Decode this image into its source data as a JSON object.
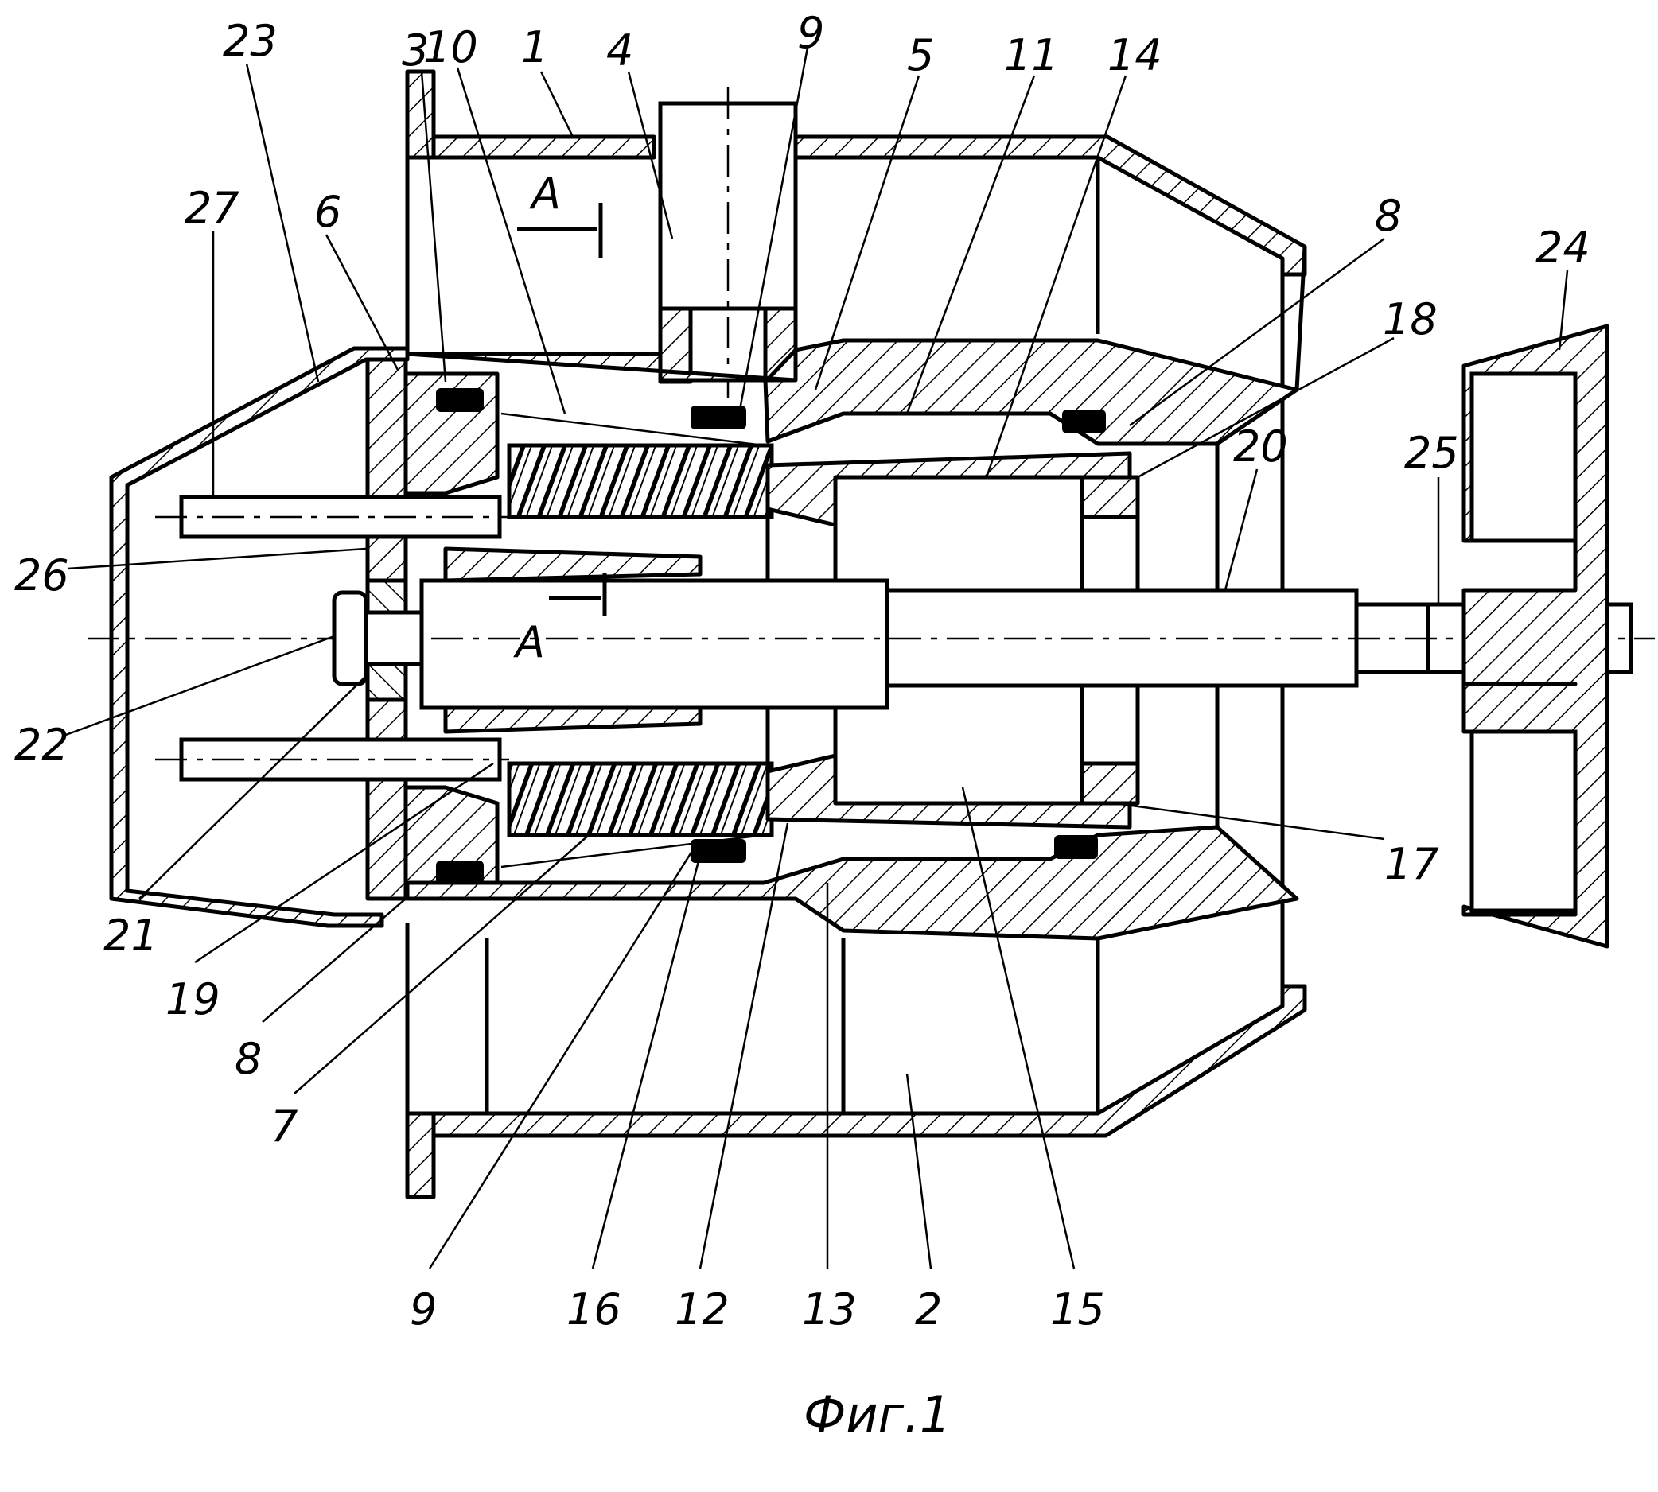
{
  "figure": {
    "caption": "Фиг.1",
    "section_marker": "A",
    "labels": [
      {
        "id": "23",
        "text": "23"
      },
      {
        "id": "3",
        "text": "3"
      },
      {
        "id": "10",
        "text": "10"
      },
      {
        "id": "1",
        "text": "1"
      },
      {
        "id": "4",
        "text": "4"
      },
      {
        "id": "9a",
        "text": "9"
      },
      {
        "id": "5",
        "text": "5"
      },
      {
        "id": "11",
        "text": "11"
      },
      {
        "id": "14",
        "text": "14"
      },
      {
        "id": "27",
        "text": "27"
      },
      {
        "id": "6",
        "text": "6"
      },
      {
        "id": "8a",
        "text": "8"
      },
      {
        "id": "18",
        "text": "18"
      },
      {
        "id": "24",
        "text": "24"
      },
      {
        "id": "20",
        "text": "20"
      },
      {
        "id": "25",
        "text": "25"
      },
      {
        "id": "26",
        "text": "26"
      },
      {
        "id": "22",
        "text": "22"
      },
      {
        "id": "17",
        "text": "17"
      },
      {
        "id": "21",
        "text": "21"
      },
      {
        "id": "19",
        "text": "19"
      },
      {
        "id": "8b",
        "text": "8"
      },
      {
        "id": "7",
        "text": "7"
      },
      {
        "id": "9b",
        "text": "9"
      },
      {
        "id": "16",
        "text": "16"
      },
      {
        "id": "12",
        "text": "12"
      },
      {
        "id": "13",
        "text": "13"
      },
      {
        "id": "2",
        "text": "2"
      },
      {
        "id": "15",
        "text": "15"
      }
    ]
  }
}
